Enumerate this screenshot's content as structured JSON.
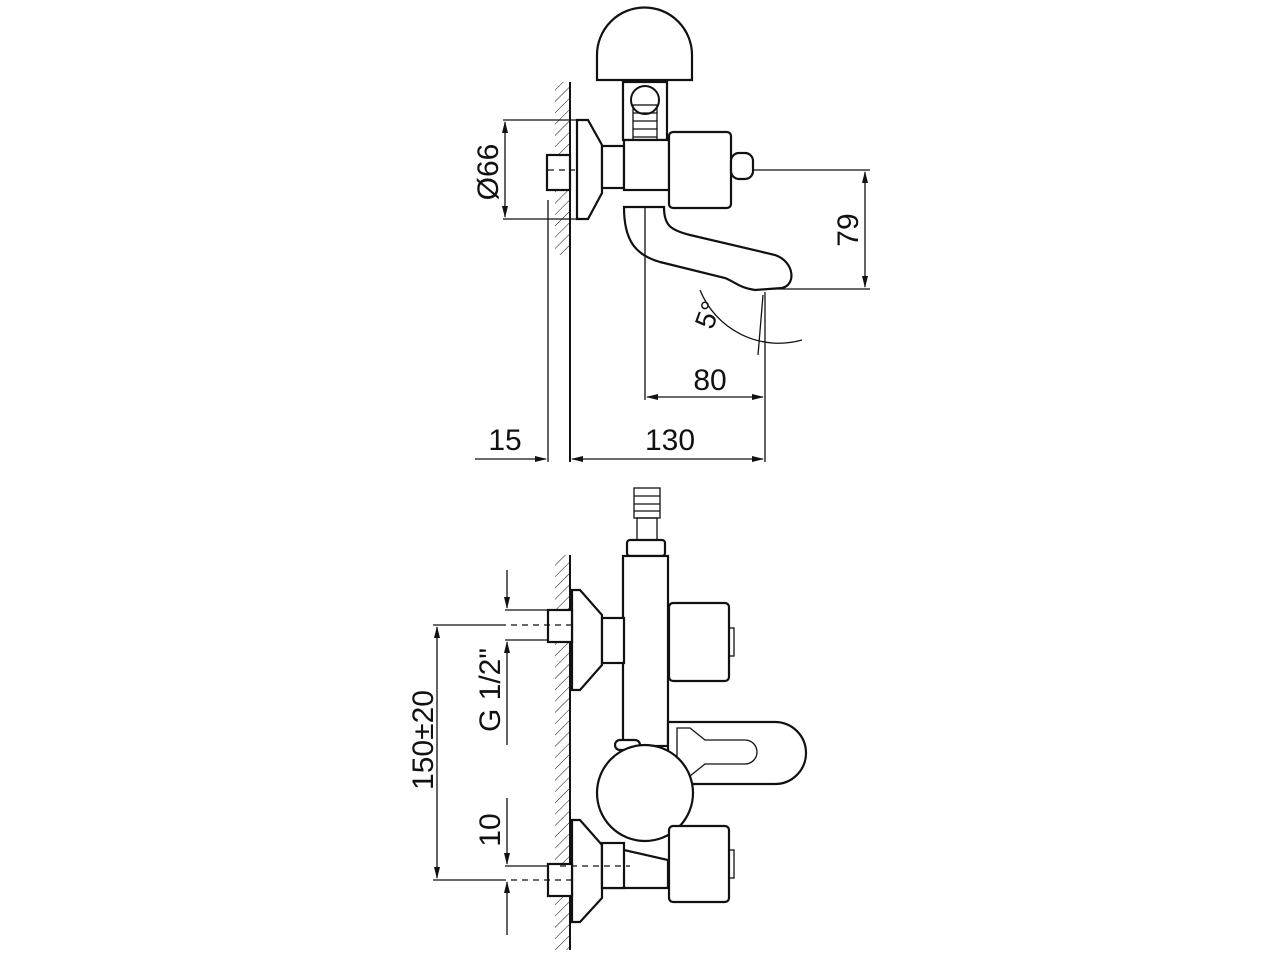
{
  "drawing": {
    "side_view": {
      "diameter_label": "Ø66",
      "spout_height_label": "79",
      "angle_label": "5°",
      "spout_reach_label": "80",
      "wall_offset_label": "15",
      "total_projection_label": "130"
    },
    "front_view": {
      "centers_label": "150±20",
      "thread_label": "G 1/2\"",
      "eccentric_label": "10"
    }
  }
}
